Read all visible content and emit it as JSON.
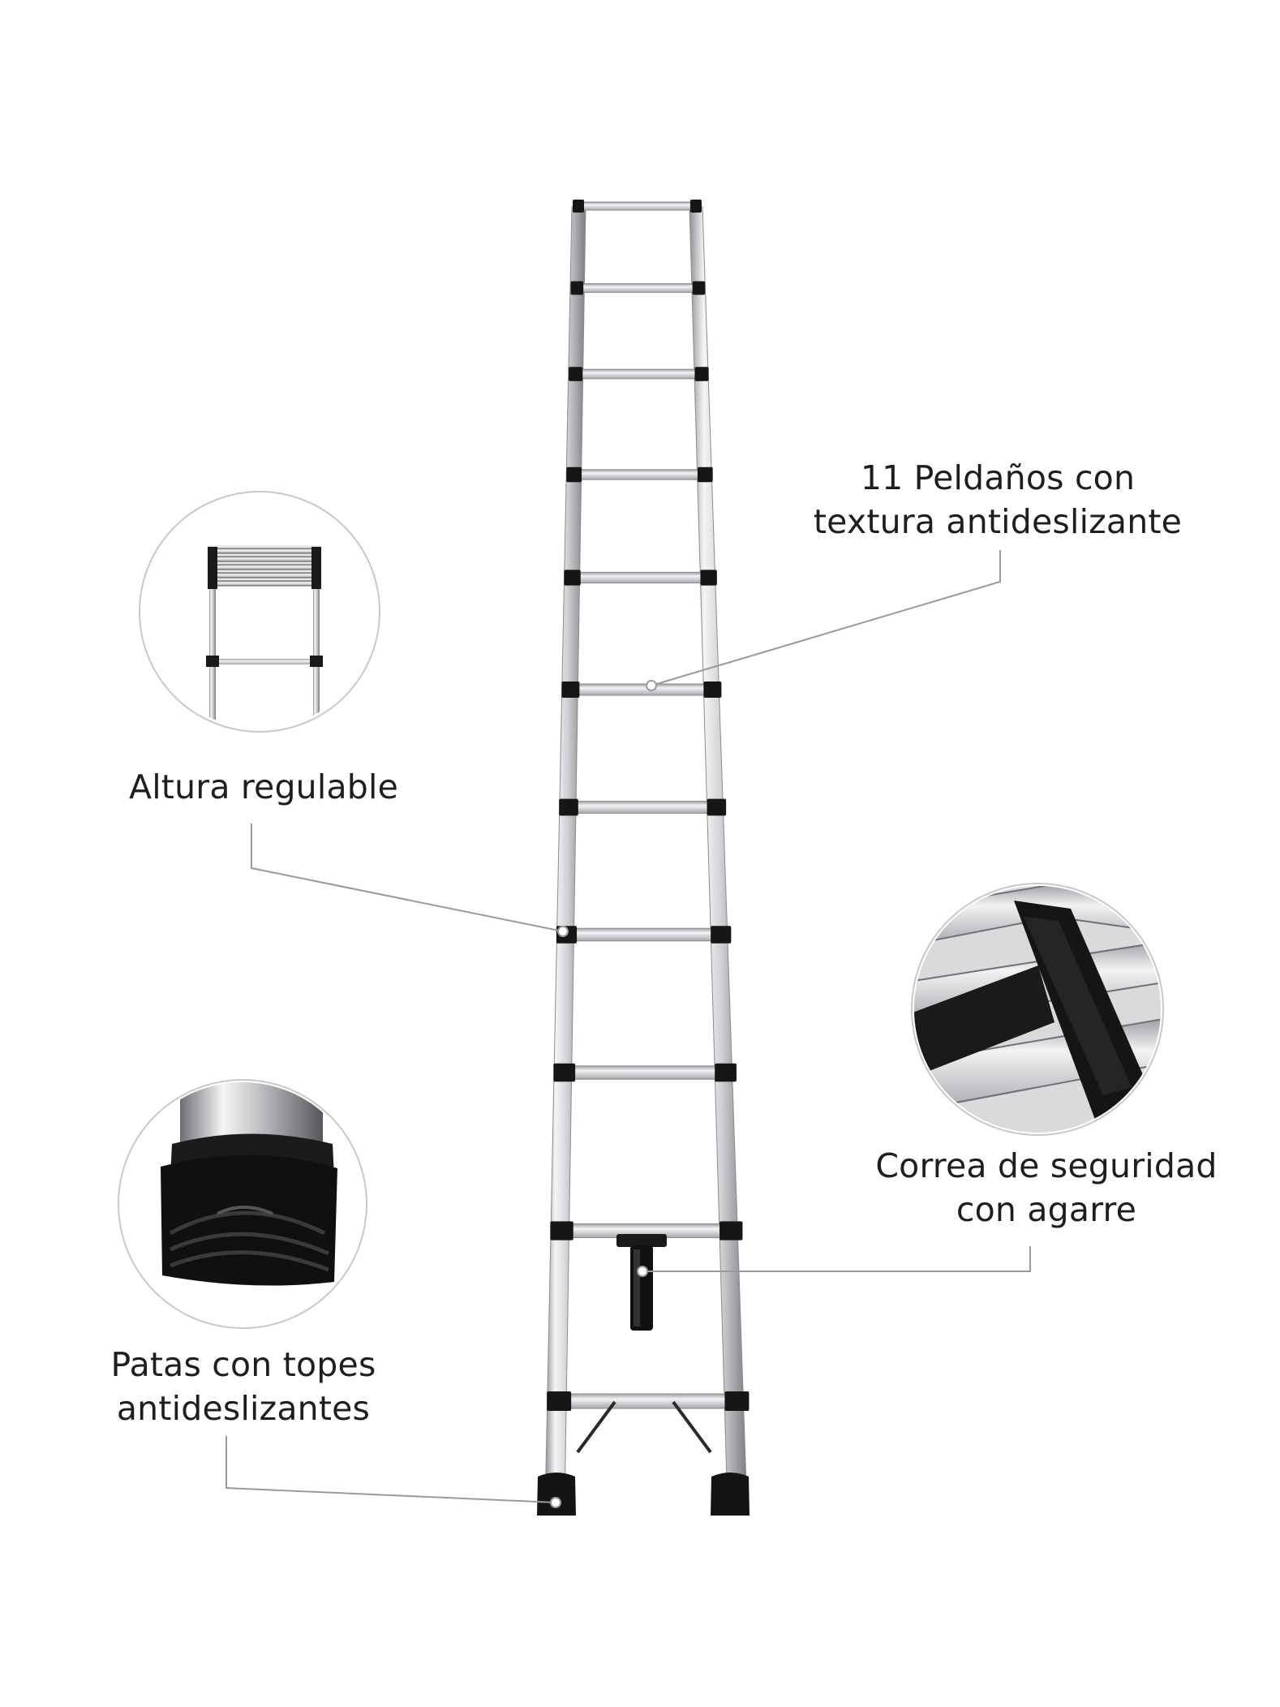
{
  "callouts": {
    "steps": {
      "line1": "11 Peldaños con",
      "line2": "textura antideslizante"
    },
    "height": {
      "line1": "Altura regulable"
    },
    "strap": {
      "line1": "Correa de seguridad",
      "line2": "con agarre"
    },
    "feet": {
      "line1": "Patas con topes",
      "line2": "antideslizantes"
    }
  },
  "ladder": {
    "rung_count": 11
  },
  "colors": {
    "aluminum": "#d9dadc",
    "rubber": "#151515",
    "leader_line": "#9a9a9a",
    "circle_border": "#c8c8c8"
  }
}
